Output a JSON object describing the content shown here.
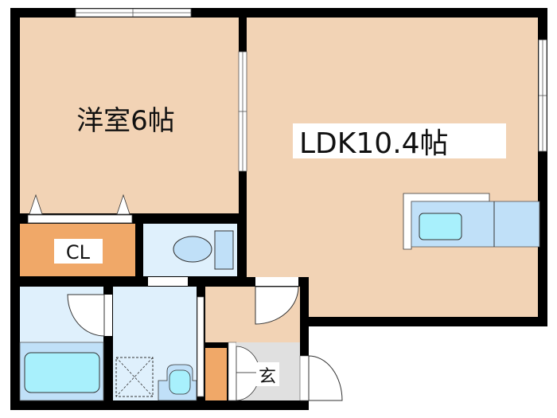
{
  "floorplan": {
    "rooms": {
      "western_room": "洋室6帖",
      "ldk": "LDK10.4帖",
      "closet": "CL",
      "entrance": "玄"
    },
    "colors": {
      "wall": "#000000",
      "room_floor": "#f2d3b5",
      "closet": "#f0a868",
      "wet_area": "#dff0fc",
      "fixture_blue": "#c0e0f8",
      "water": "#a8f0fc",
      "entrance_floor": "#e0e0e0"
    }
  }
}
